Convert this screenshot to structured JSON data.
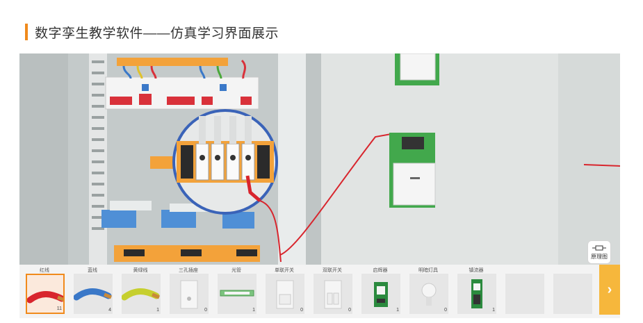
{
  "header": {
    "title": "数字孪生教学软件——仿真学习界面展示",
    "accent_color": "#f08a1c"
  },
  "schematic_button": {
    "label": "原理图",
    "icon": "schematic-icon"
  },
  "toolbar": {
    "items": [
      {
        "label": "红线",
        "count": "11",
        "selected": true
      },
      {
        "label": "蓝线",
        "count": "4"
      },
      {
        "label": "黄绿线",
        "count": "1"
      },
      {
        "label": "三孔插座",
        "count": "0"
      },
      {
        "label": "光管",
        "count": "1"
      },
      {
        "label": "单联开关",
        "count": "0"
      },
      {
        "label": "双联开关",
        "count": "0"
      },
      {
        "label": "启辉器",
        "count": "1"
      },
      {
        "label": "明暗灯具",
        "count": "0"
      },
      {
        "label": "镇流器",
        "count": "1"
      },
      {
        "label": "",
        "count": ""
      },
      {
        "label": "",
        "count": ""
      }
    ],
    "next_icon": "chevron-right-icon"
  },
  "colors": {
    "panel_bg": "#d9dddc",
    "orange_rail": "#f3a23a",
    "breaker_red": "#d9313a",
    "zoom_ring": "#3a63b8",
    "wire_red": "#d8252d",
    "toolbar_next": "#f6b73c"
  }
}
